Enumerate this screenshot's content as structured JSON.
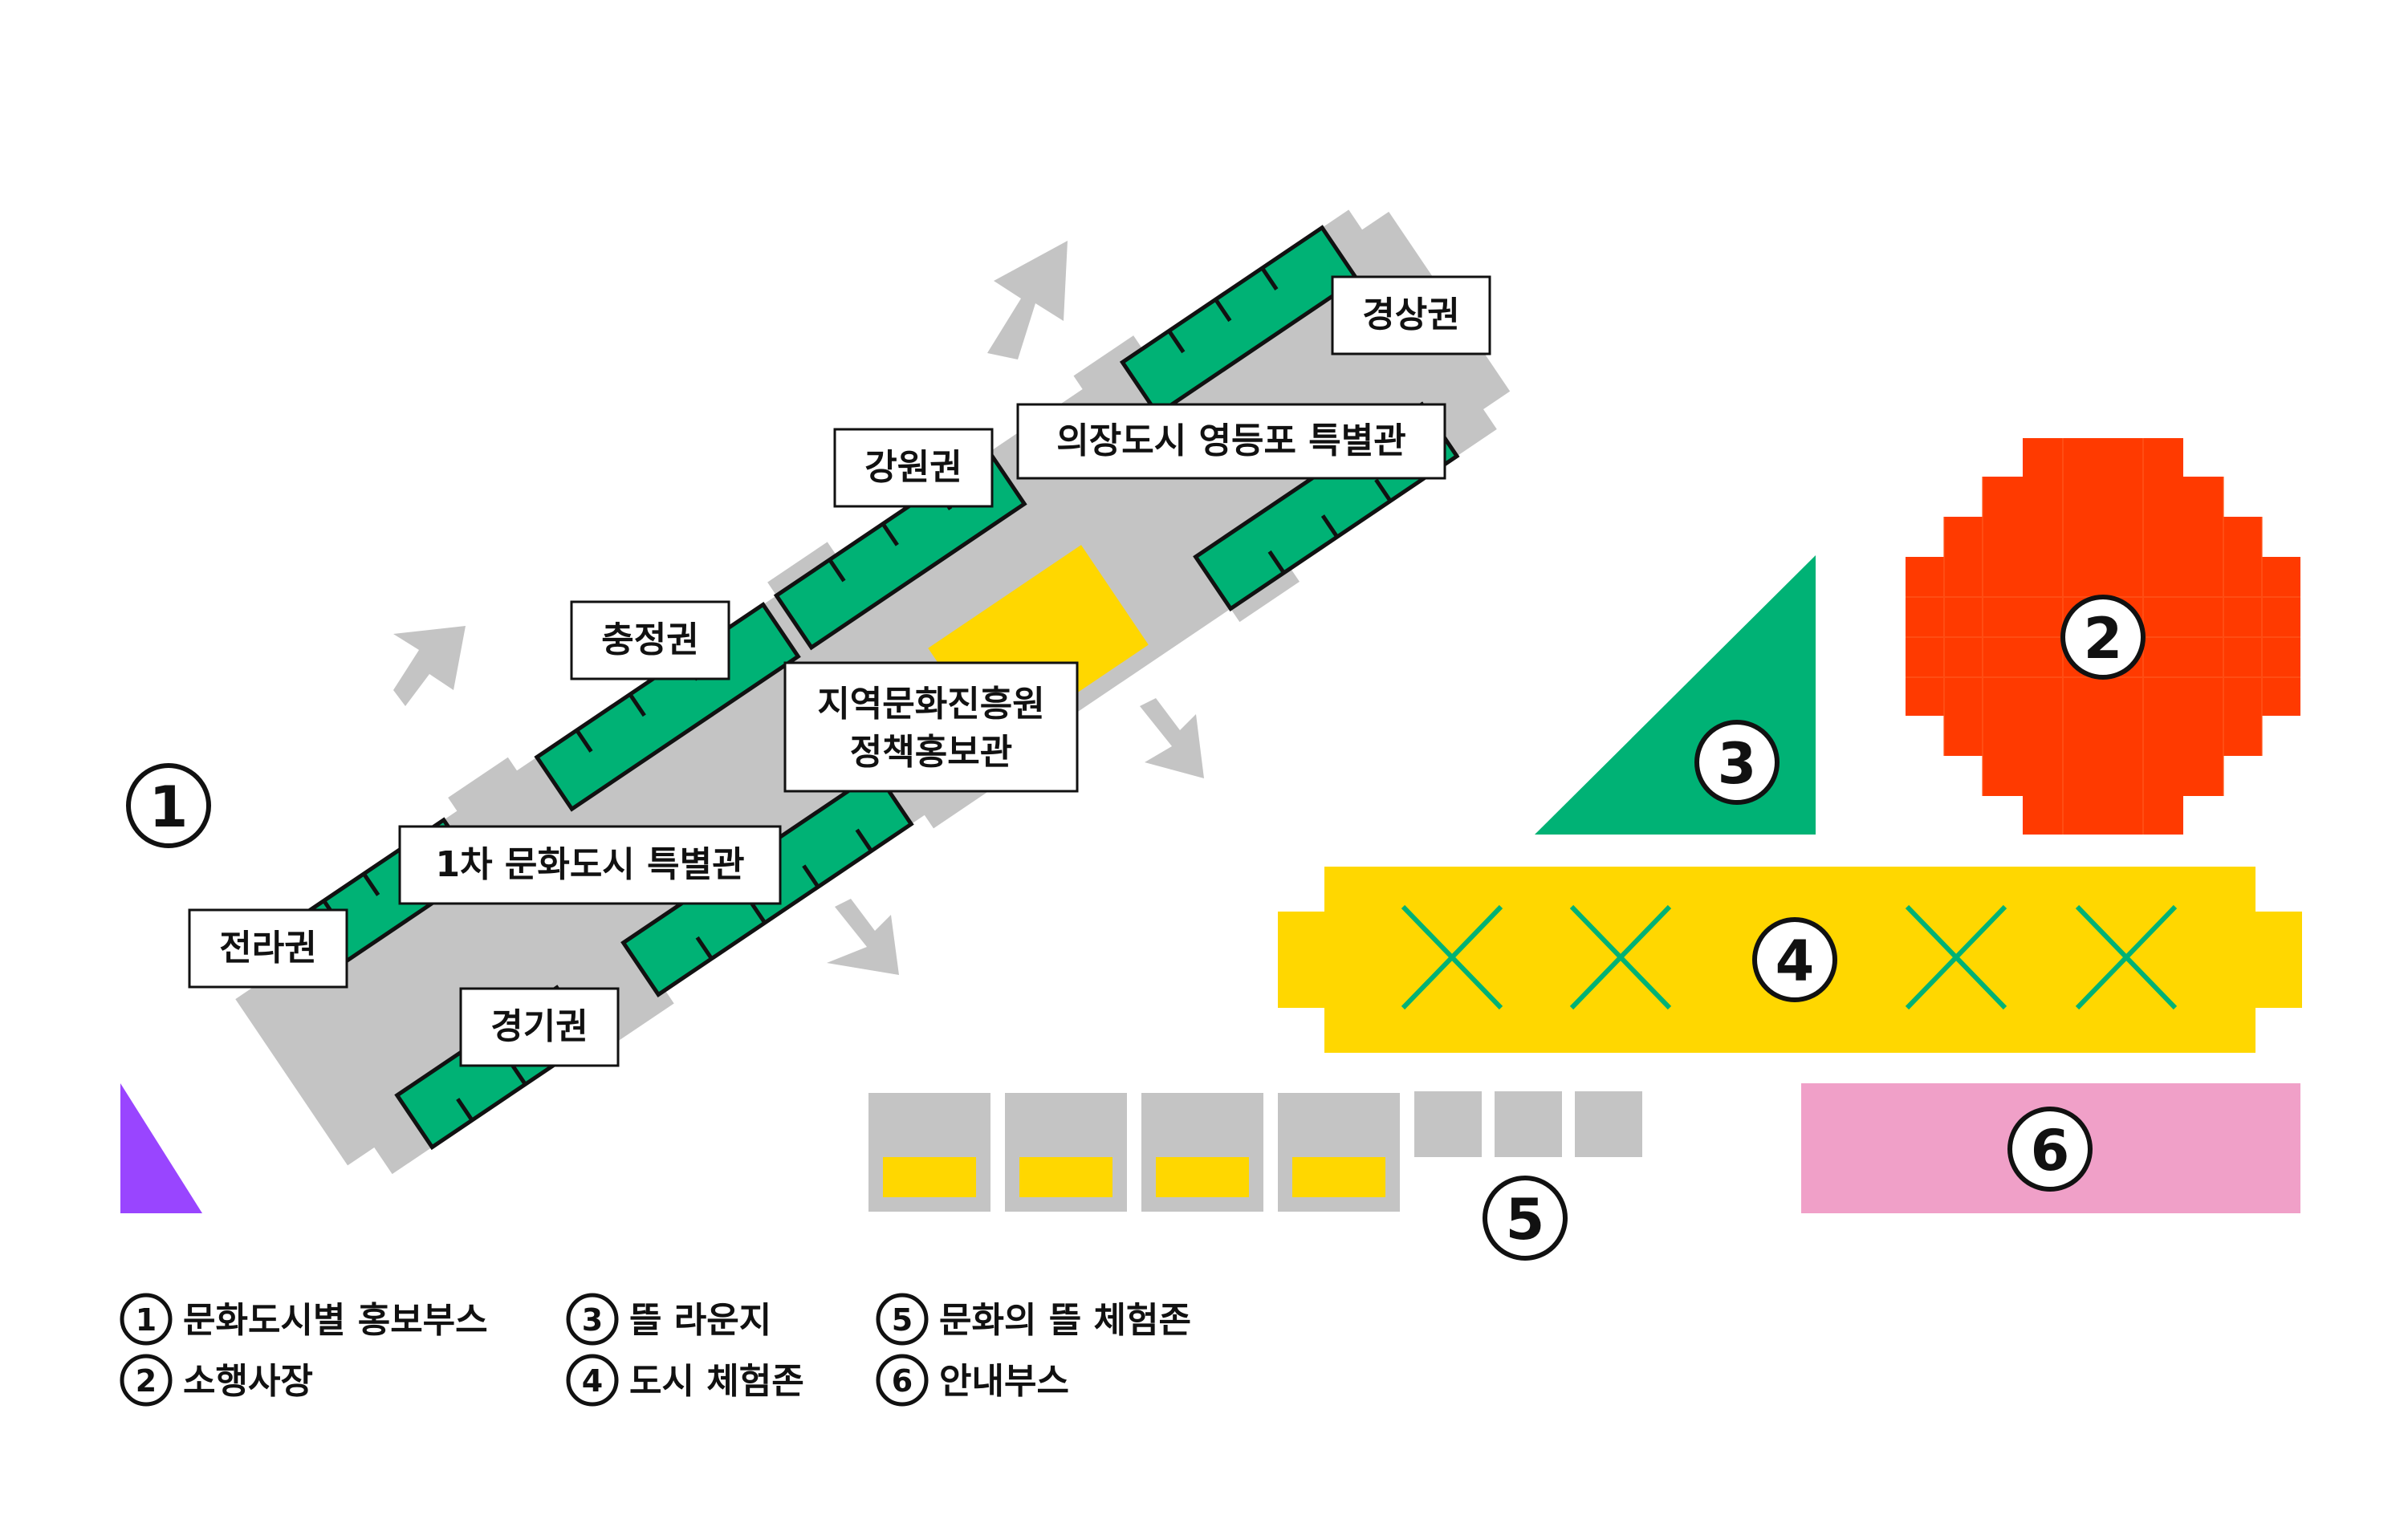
{
  "colors": {
    "hall_gray": "#c4c4c4",
    "booth_green": "#00b275",
    "policy_yellow": "#ffd700",
    "main_stage_red": "#ff3a00",
    "lounge_green": "#00b275",
    "experience_yellow": "#ffd700",
    "info_pink": "#f0a0c8",
    "entrance_purple": "#9945ff",
    "arrow_gray": "#c4c4c4",
    "booth_block_gray": "#c4c4c4"
  },
  "map": {
    "zone_labels": {
      "gyeongsang": "경상권",
      "gangwon": "강원권",
      "uijang": "의장도시 영등포 특별관",
      "chungjeong": "충정권",
      "policy_line1": "지역문화진흥원",
      "policy_line2": "정책홍보관",
      "first_city": "1차 문화도시 특별관",
      "jeolla": "전라권",
      "gyeonggi": "경기권"
    },
    "markers": {
      "m1": "1",
      "m2": "2",
      "m3": "3",
      "m4": "4",
      "m5": "5",
      "m6": "6"
    }
  },
  "legend": {
    "items": [
      {
        "num": "1",
        "label": "문화도시별 홍보부스"
      },
      {
        "num": "2",
        "label": "소행사장"
      },
      {
        "num": "3",
        "label": "뜰 라운지"
      },
      {
        "num": "4",
        "label": "도시 체험존"
      },
      {
        "num": "5",
        "label": "문화의 뜰 체험존"
      },
      {
        "num": "6",
        "label": "안내부스"
      }
    ]
  }
}
